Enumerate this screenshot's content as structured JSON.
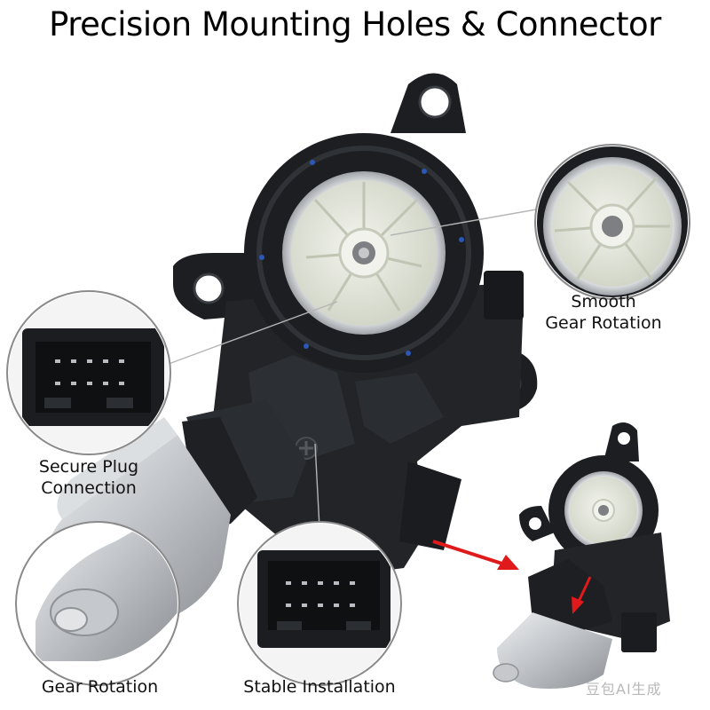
{
  "headline": "Precision Mounting Holes & Connector",
  "captions": {
    "gear": [
      "Smooth",
      "Gear Rotation"
    ],
    "plug": [
      "Secure Plug",
      "Connection"
    ],
    "gear_rotation": "Gear Rotation",
    "stable": "Stable Installation"
  },
  "watermark": "豆包AI生成",
  "colors": {
    "housing": "#1c1e21",
    "gear": "#dfe2d6",
    "motor_can": "#c9ccd0",
    "arrow": "#e0191b",
    "screw": "#2c57b8"
  },
  "icons": [
    "window-regulator-motor-photo",
    "gear-closeup-icon",
    "connector-closeup-icon",
    "motor-shaft-closeup-icon",
    "red-arrow-icon"
  ]
}
